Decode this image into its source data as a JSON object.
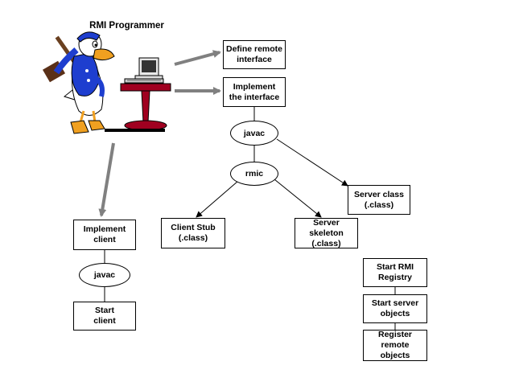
{
  "title": "RMI Programmer",
  "boxes": {
    "define_remote": "Define remote\ninterface",
    "implement_interface": "Implement\nthe interface",
    "server_class": "Server class\n(.class)",
    "client_stub": "Client Stub\n(.class)",
    "server_skeleton": "Server\nskeleton\n(.class)",
    "implement_client": "Implement\nclient",
    "start_client": "Start\nclient",
    "start_rmi_registry": "Start RMI\nRegistry",
    "start_server_objects": "Start server\nobjects",
    "register_remote_objects": "Register\nremote\nobjects"
  },
  "ovals": {
    "javac_server": "javac",
    "rmic": "rmic",
    "javac_client": "javac"
  },
  "colors": {
    "gray_arrow": "#808080",
    "table_red": "#a00020",
    "duck_blue": "#1e3ecf",
    "duck_orange": "#f0a020"
  },
  "icons": {
    "programmer": "duck-with-hammer-icon",
    "workstation": "computer-on-table-icon"
  }
}
